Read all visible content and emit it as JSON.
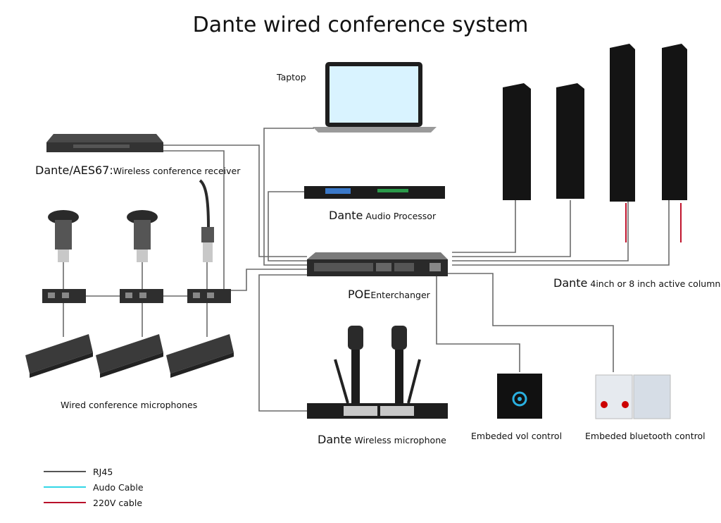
{
  "title": "Dante wired conference system",
  "labels": {
    "laptop": "Taptop",
    "receiver_prefix": "Dante/AES67:",
    "receiver": "Wireless conference receiver",
    "processor_prefix": "Dante",
    "processor": "Audio Processor",
    "switch_prefix": "POE",
    "switch": "Enterchanger",
    "columns_prefix": "Dante",
    "columns": "4inch or 8 inch active column",
    "wired_mics": "Wired conference microphones",
    "wireless_mic_prefix": "Dante",
    "wireless_mic": "Wireless microphone",
    "vol_control": "Embeded vol control",
    "bt_control": "Embeded bluetooth control"
  },
  "legend": [
    {
      "label": "RJ45",
      "color": "#555555"
    },
    {
      "label": "Audo Cable",
      "color": "#33d6e6"
    },
    {
      "label": "220V cable",
      "color": "#b8102a"
    }
  ],
  "colors": {
    "cable": "#6a6a6a",
    "power": "#c0142c",
    "device": "#1e1e1e",
    "screen": "#d9f3ff"
  }
}
